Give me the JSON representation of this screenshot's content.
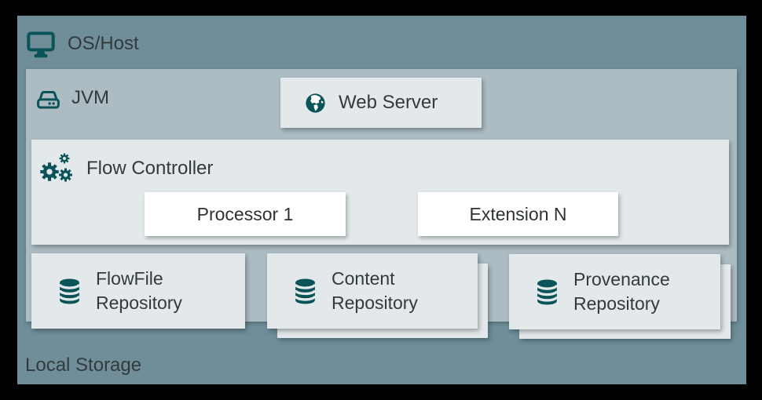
{
  "diagram": {
    "title_context": "NiFi single-instance architecture",
    "os_host": {
      "label": "OS/Host",
      "icon": "monitor-icon"
    },
    "jvm": {
      "label": "JVM",
      "icon": "hard-drive-icon"
    },
    "web_server": {
      "label": "Web Server",
      "icon": "globe-icon"
    },
    "flow_controller": {
      "label": "Flow Controller",
      "icon": "gears-icon"
    },
    "processor": {
      "label": "Processor 1"
    },
    "extension": {
      "label": "Extension N"
    },
    "repositories": [
      {
        "line1": "FlowFile",
        "line2": "Repository",
        "icon": "database-icon",
        "stacked": false
      },
      {
        "line1": "Content",
        "line2": "Repository",
        "icon": "database-icon",
        "stacked": true
      },
      {
        "line1": "Provenance",
        "line2": "Repository",
        "icon": "database-icon",
        "stacked": true
      }
    ],
    "local_storage": {
      "label": "Local Storage"
    },
    "colors": {
      "frame": "#000000",
      "os_host_bg": "#6f8e9a",
      "jvm_bg": "#adbcc3",
      "card_bg": "#e3e8ea",
      "white_card_bg": "#ffffff",
      "icon_teal": "#0a5358",
      "text": "#333a3d"
    }
  }
}
